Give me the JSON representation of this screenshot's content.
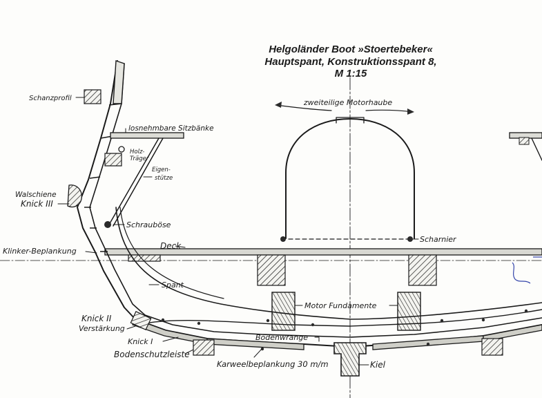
{
  "title": {
    "line1": "Helgoländer Boot »Stoertebeker«",
    "line2": "Hauptspant, Konstruktionsspant 8,",
    "line3": "M 1:15"
  },
  "labels": {
    "motorhaube": "zweiteilige Motorhaube",
    "schanzprofil": "Schanzprofil",
    "sitzbaenke": "losnehmbare Sitzbänke",
    "holztraeger1": "Holz-",
    "holztraeger2": "Träger",
    "eigenstuetze1": "Eigen-",
    "eigenstuetze2": "stütze",
    "walschiene": "Walschiene",
    "knick3": "Knick III",
    "schraubose": "Schrauböse",
    "klinker": "Klinker-Beplankung",
    "deck": "Deck",
    "scharnier": "Scharnier",
    "spant": "Spant",
    "motorfundamente": "Motor Fundamente",
    "knick2": "Knick II",
    "verstaerkung": "Verstärkung",
    "knick1": "Knick I",
    "bodenwrange": "Bodenwrange",
    "bodenschutzleiste": "Bodenschutzleiste",
    "karweel": "Karweelbeplankung 30 m/m",
    "kiel": "Kiel"
  },
  "colors": {
    "ink": "#1a1a1a",
    "paper": "#fdfdfb",
    "annotation": "#3344aa"
  }
}
